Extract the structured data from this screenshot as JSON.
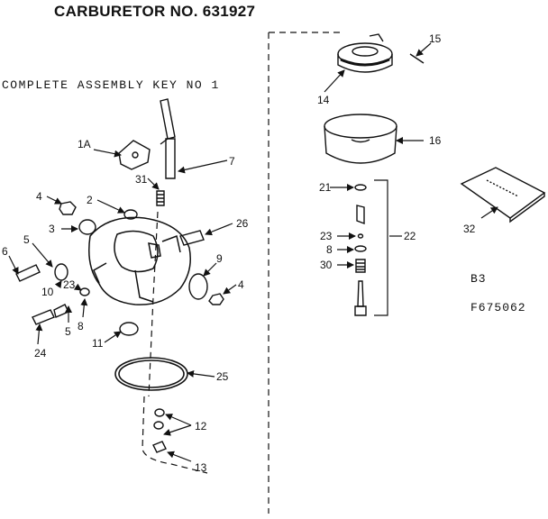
{
  "title": "CARBURETOR NO. 631927",
  "subtitle": "COMPLETE ASSEMBLY KEY NO 1",
  "codes": [
    "B3",
    "F675062"
  ],
  "callouts": [
    "15",
    "14",
    "16",
    "21",
    "23",
    "8",
    "30",
    "22",
    "32",
    "1A",
    "7",
    "31",
    "4",
    "2",
    "3",
    "26",
    "6",
    "5",
    "9",
    "4",
    "10",
    "23",
    "5",
    "8",
    "24",
    "11",
    "25",
    "12",
    "13"
  ],
  "colors": {
    "ink": "#111111",
    "paper": "#ffffff"
  }
}
